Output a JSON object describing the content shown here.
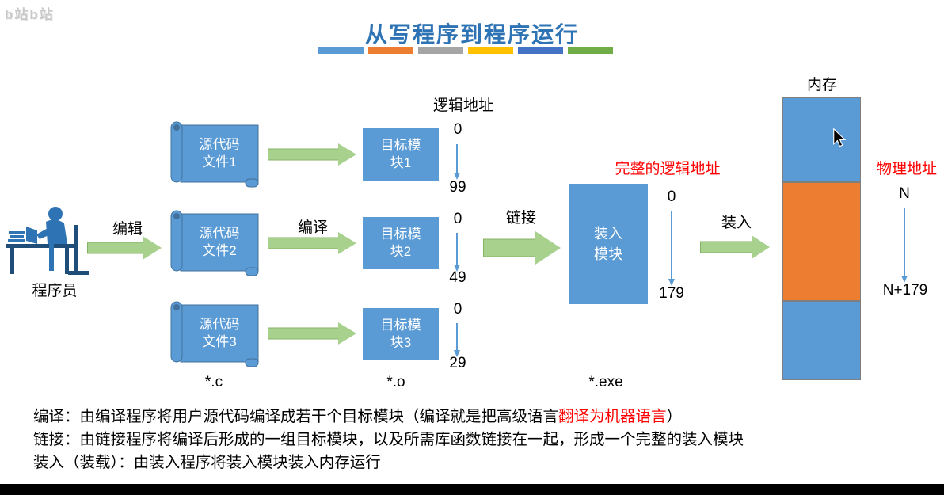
{
  "colors": {
    "accent_blue": "#5B9BD5",
    "accent_orange": "#ED7D31",
    "arrow_green": "#A9D18E",
    "highlight_red": "#FF0000",
    "title_blue": "#2E74B5"
  },
  "watermark": {
    "text": "b站b站"
  },
  "title": {
    "text": "从写程序到程序运行",
    "underline_colors": [
      "#5B9BD5",
      "#ED7D31",
      "#A5A5A5",
      "#FFC000",
      "#4472C4",
      "#70AD47"
    ]
  },
  "actor": {
    "label": "程序员"
  },
  "flow_labels": {
    "edit": "编辑",
    "compile": "编译",
    "link": "链接",
    "load": "装入"
  },
  "logical_address_label": "逻辑地址",
  "source_files": [
    {
      "line1": "源代码",
      "line2": "文件1"
    },
    {
      "line1": "源代码",
      "line2": "文件2"
    },
    {
      "line1": "源代码",
      "line2": "文件3"
    }
  ],
  "target_modules": [
    {
      "line1": "目标模",
      "line2": "块1",
      "addr_start": "0",
      "addr_end": "99"
    },
    {
      "line1": "目标模",
      "line2": "块2",
      "addr_start": "0",
      "addr_end": "49"
    },
    {
      "line1": "目标模",
      "line2": "块3",
      "addr_start": "0",
      "addr_end": "29"
    }
  ],
  "load_module": {
    "header": "完整的逻辑地址",
    "line1": "装入",
    "line2": "模块",
    "addr_start": "0",
    "addr_end": "179"
  },
  "memory": {
    "label": "内存",
    "physical_label": "物理地址",
    "addr_start": "N",
    "addr_end": "N+179",
    "section_colors": [
      "#5B9BD5",
      "#ED7D31",
      "#5B9BD5"
    ]
  },
  "file_exts": {
    "c": "*.c",
    "o": "*.o",
    "exe": "*.exe"
  },
  "notes": [
    {
      "prefix": "编译：由编译程序将用户源代码编译成若干个目标模块（编译就是把高级语言",
      "highlight": "翻译为机器语言",
      "suffix": "）"
    },
    {
      "prefix": "链接：由链接程序将编译后形成的一组目标模块，以及所需库函数链接在一起，形成一个完整的装入模块",
      "highlight": "",
      "suffix": ""
    },
    {
      "prefix": "装入（装载）：由装入程序将装入模块装入内存运行",
      "highlight": "",
      "suffix": ""
    }
  ]
}
